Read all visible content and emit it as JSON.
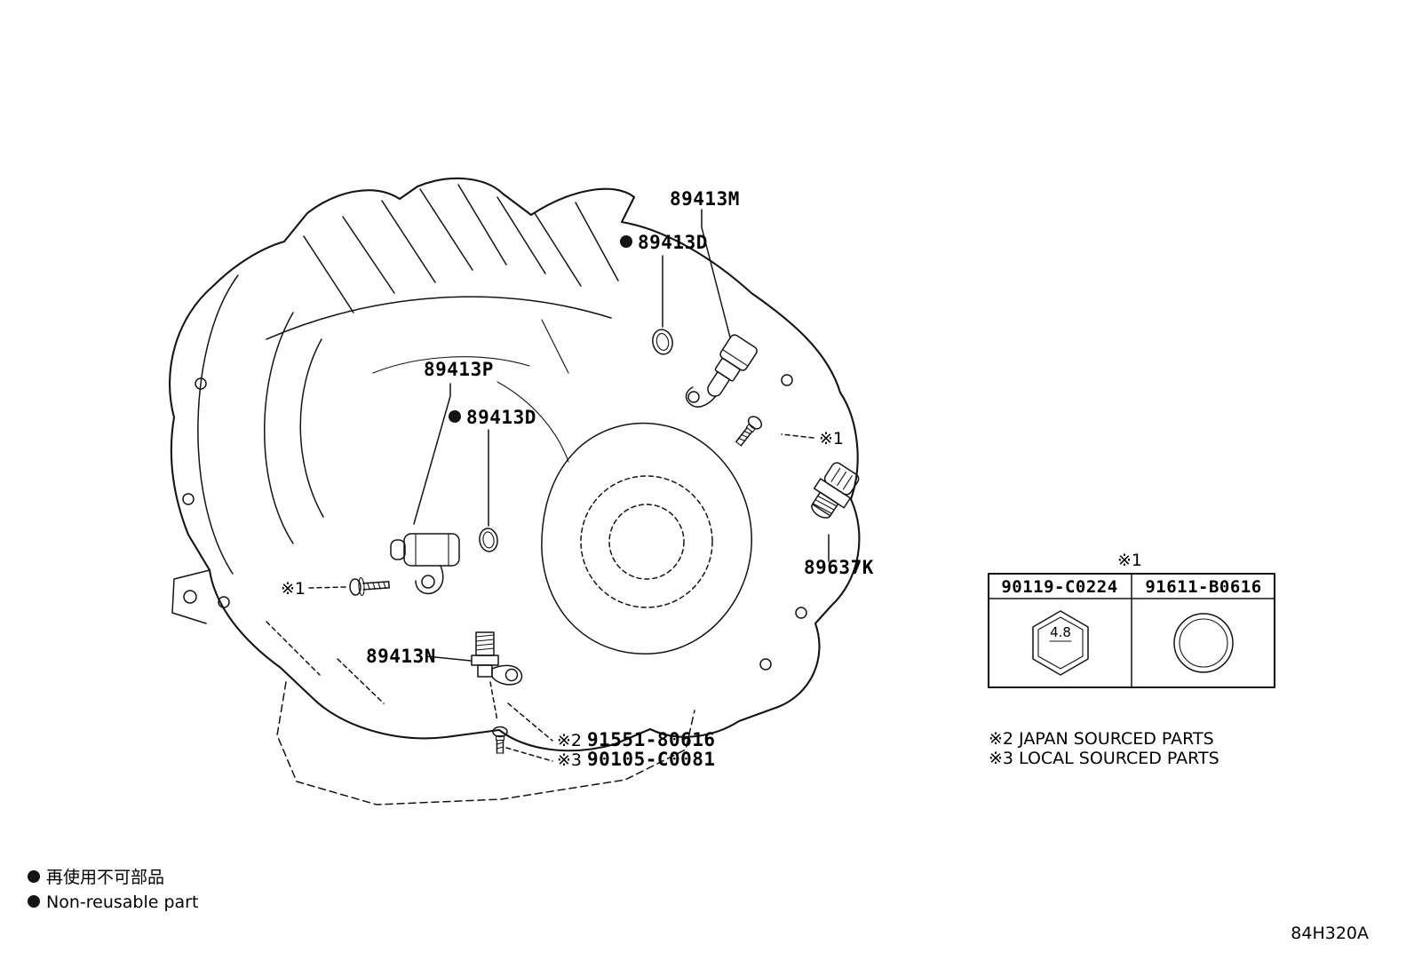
{
  "page": {
    "code": "84H320A"
  },
  "parts": {
    "sensor_top": "89413M",
    "oring_top": "89413D",
    "sensor_mid": "89413P",
    "oring_mid": "89413D",
    "sensor_bottom": "89413N",
    "switch": "89637K"
  },
  "refs": {
    "ref1_right": "※1",
    "ref1_left": "※1",
    "ref2": "※2",
    "ref2_part": "91551-80616",
    "ref3": "※3",
    "ref3_part": "90105-C0081"
  },
  "table": {
    "title": "※1",
    "col1": "90119-C0224",
    "col2": "91611-B0616",
    "hex_size": "4.8"
  },
  "notes": {
    "japan": "※2 JAPAN SOURCED PARTS",
    "local": "※3 LOCAL SOURCED PARTS"
  },
  "legend": {
    "bullet": "●",
    "jp": "再使用不可部品",
    "en": "Non-reusable part"
  }
}
